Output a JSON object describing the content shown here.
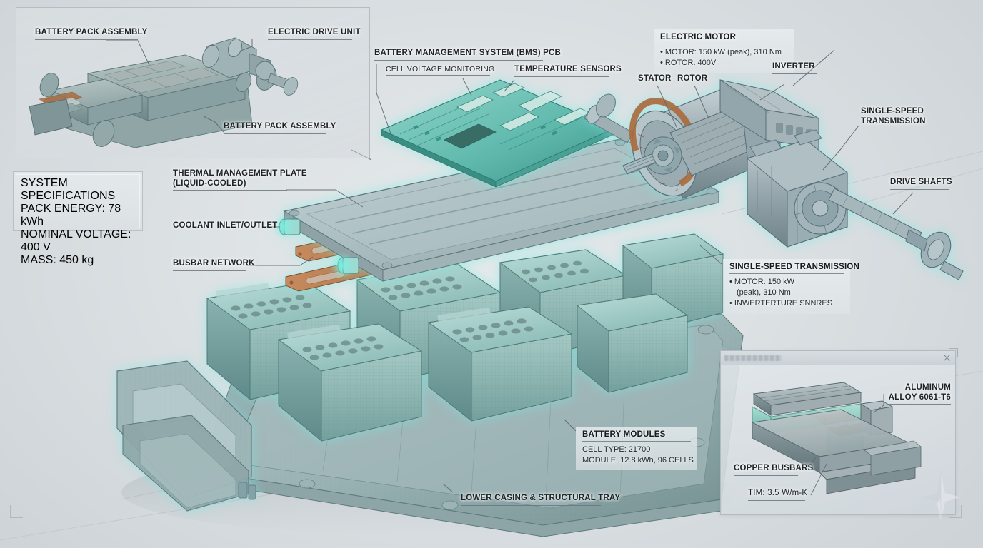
{
  "document": {
    "kind": "exploded-technical-illustration",
    "subject": "Electric vehicle battery pack and electric drive unit"
  },
  "inset_panel": {
    "labels": [
      {
        "id": "battery-pack-assembly-top",
        "text": "BATTERY PACK ASSEMBLY"
      },
      {
        "id": "electric-drive-unit",
        "text": "ELECTRIC DRIVE UNIT"
      },
      {
        "id": "battery-pack-assembly-bottom",
        "text": "BATTERY PACK ASSEMBLY"
      }
    ]
  },
  "system_specifications": {
    "title": "SYSTEM SPECIFICATIONS",
    "lines": [
      "PACK ENERGY: 78 kWh",
      "NOMINAL VOLTAGE: 400 V",
      "MASS: 450 kg"
    ]
  },
  "callouts": {
    "bms_pcb": "BATTERY MANAGEMENT SYSTEM (BMS) PCB",
    "cell_voltage_monitoring": "CELL VOLTAGE MONITORING",
    "temperature_sensors": "TEMPERATURE SENSORS",
    "thermal_plate_line1": "THERMAL MANAGEMENT PLATE",
    "thermal_plate_line2": "(LIQUID-COOLED)",
    "coolant_inlet_outlet": "COOLANT INLET/OUTLET",
    "busbar_network": "BUSBAR NETWORK",
    "stator": "STATOR",
    "rotor": "ROTOR",
    "inverter": "INVERTER",
    "single_speed_transmission_line1": "SINGLE-SPEED",
    "single_speed_transmission_line2": "TRANSMISSION",
    "drive_shafts": "DRIVE SHAFTS",
    "lower_casing": "LOWER CASING & STRUCTURAL TRAY"
  },
  "electric_motor_box": {
    "title": "ELECTRIC MOTOR",
    "bullets": [
      "MOTOR: 150 kW (peak), 310 Nm",
      "ROTOR: 400V"
    ]
  },
  "transmission_box": {
    "title": "SINGLE-SPEED TRANSMISSION",
    "bullets": [
      "MOTOR: 150 kW",
      "(peak), 310 Nm",
      "INWERTERTURE SNNRES"
    ]
  },
  "battery_modules_box": {
    "title": "BATTERY MODULES",
    "lines": [
      "CELL TYPE: 21700",
      "MODULE: 12.8 kWh, 96 CELLS"
    ]
  },
  "detail_window": {
    "title_placeholder": "",
    "close_label": "×",
    "labels": {
      "aluminum_line1": "ALUMINUM",
      "aluminum_line2": "ALLOY 6061-T6",
      "copper_busbars": "COPPER BUSBARS",
      "tim": "TIM: 3.5 W/m-K"
    }
  },
  "colors": {
    "background_light": "#e6eaec",
    "background_mid": "#dce1e4",
    "background_dark": "#cdd3d7",
    "teal_glow": "#6fe3d6",
    "teal_part": "#9fd6cf",
    "steel_gray": "#8d9aa1",
    "copper": "#b5764a",
    "label_text": "#1d2225",
    "rule": "#6d767c"
  }
}
